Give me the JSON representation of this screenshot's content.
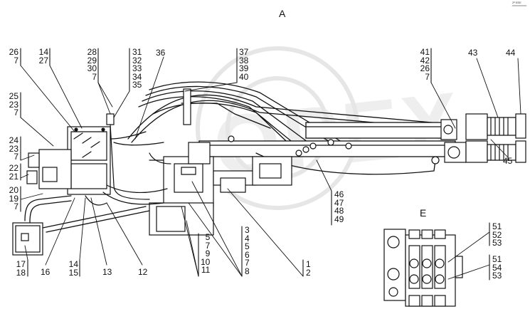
{
  "watermark": "OPEX",
  "corner_mark": "2ª ЕЕЕ",
  "views": {
    "main": "A",
    "detail": "E"
  },
  "callouts": {
    "c26_7": [
      "26",
      "7"
    ],
    "c14_27": [
      "14",
      "27"
    ],
    "c28_7": [
      "28",
      "29",
      "30",
      "7"
    ],
    "c31_35": [
      "31",
      "32",
      "33",
      "34",
      "35"
    ],
    "c36": [
      "36"
    ],
    "c37_40": [
      "37",
      "38",
      "39",
      "40"
    ],
    "c41_7": [
      "41",
      "42",
      "26",
      "7"
    ],
    "c43": [
      "43"
    ],
    "c44": [
      "44"
    ],
    "c45": [
      "45"
    ],
    "c25_7": [
      "25",
      "23",
      "7"
    ],
    "c24_7": [
      "24",
      "23",
      "7"
    ],
    "c22_21": [
      "22",
      "21"
    ],
    "c20_7": [
      "20",
      "19",
      "7"
    ],
    "c17_18": [
      "17",
      "18"
    ],
    "c16": [
      "16"
    ],
    "c14_15": [
      "14",
      "15"
    ],
    "c13": [
      "13"
    ],
    "c12": [
      "12"
    ],
    "c5_11": [
      "5",
      "7",
      "9",
      "10",
      "11"
    ],
    "c3_8": [
      "3",
      "4",
      "5",
      "6",
      "7",
      "8"
    ],
    "c1_2": [
      "1",
      "2"
    ],
    "c46_49": [
      "46",
      "47",
      "48",
      "49"
    ],
    "c51_53": [
      "51",
      "52",
      "53"
    ],
    "c51_54": [
      "51",
      "54",
      "53"
    ]
  }
}
